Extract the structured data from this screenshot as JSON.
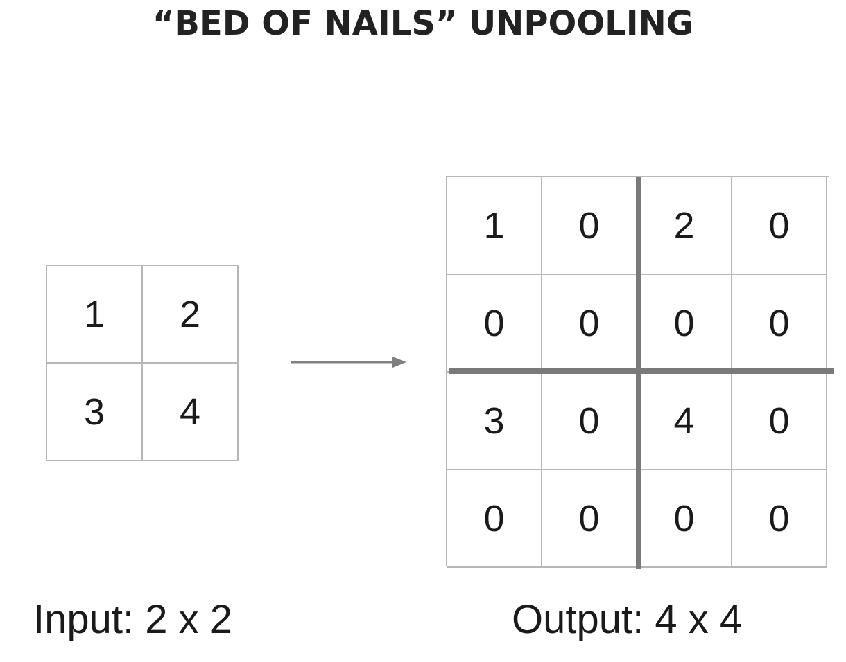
{
  "title": "“BED OF NAILS” UNPOOLING",
  "input": {
    "caption": "Input: 2 x 2",
    "cells": [
      "1",
      "2",
      "3",
      "4"
    ]
  },
  "output": {
    "caption": "Output: 4 x 4",
    "cells": [
      "1",
      "0",
      "2",
      "0",
      "0",
      "0",
      "0",
      "0",
      "3",
      "0",
      "4",
      "0",
      "0",
      "0",
      "0",
      "0"
    ]
  },
  "colors": {
    "grid_line": "#b7b7b7",
    "divider": "#7a7a7a",
    "arrow": "#808080",
    "text": "#1a1a1a",
    "title": "#222222"
  },
  "icons": {
    "arrow": "right-arrow-icon"
  }
}
